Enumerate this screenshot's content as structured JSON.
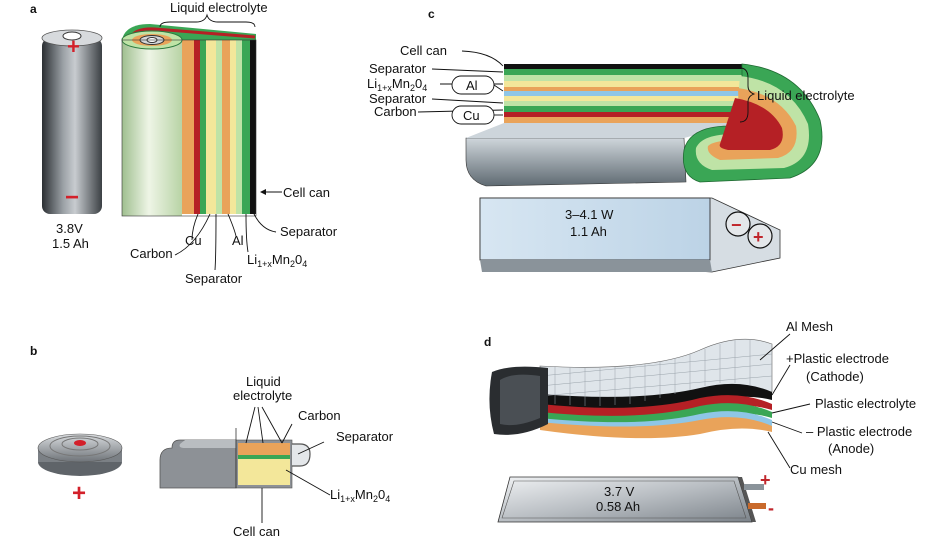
{
  "panels": {
    "a": "a",
    "b": "b",
    "c": "c",
    "d": "d"
  },
  "panel_a": {
    "battery_voltage": "3.8V",
    "battery_capacity": "1.5 Ah",
    "plus": "+",
    "minus": "−",
    "top_label": "Liquid electrolyte",
    "cell_can": "Cell can",
    "separator_right": "Separator",
    "cu": "Cu",
    "al": "Al",
    "carbon": "Carbon",
    "separator_bottom": "Separator",
    "cathode_main": "Li",
    "cathode_sub": "1+x",
    "cathode_mid": "Mn",
    "cathode_sub2": "2",
    "cathode_o": "0",
    "cathode_sub3": "4"
  },
  "panel_b": {
    "liquid": "Liquid",
    "electrolyte": "electrolyte",
    "carbon": "Carbon",
    "separator": "Separator",
    "cathode_main": "Li",
    "cathode_sub": "1+x",
    "cathode_mid": "Mn",
    "cathode_sub2": "2",
    "cathode_o": "0",
    "cathode_sub3": "4",
    "cell_can": "Cell can",
    "plus": "+"
  },
  "panel_c": {
    "cell_can": "Cell can",
    "separator1": "Separator",
    "cathode_main": "Li",
    "cathode_sub": "1+x",
    "cathode_mid": "Mn",
    "cathode_sub2": "2",
    "cathode_o": "0",
    "cathode_sub3": "4",
    "al": "Al",
    "separator2": "Separator",
    "carbon": "Carbon",
    "cu": "Cu",
    "liquid_electrolyte": "Liquid electrolyte",
    "power": "3–4.1 W",
    "capacity": "1.1 Ah",
    "minus": "−",
    "plus": "+"
  },
  "panel_d": {
    "al_mesh": "Al Mesh",
    "plastic_electrode_pos": "+Plastic electrode",
    "cathode": "(Cathode)",
    "plastic_electrolyte": "Plastic electrolyte",
    "plastic_electrode_neg": "– Plastic electrode",
    "anode": "(Anode)",
    "cu_mesh": "Cu mesh",
    "voltage": "3.7 V",
    "capacity": "0.58 Ah",
    "plus": "+",
    "minus": "-"
  },
  "colors": {
    "green": "#3aa655",
    "light_green": "#bfe3a6",
    "red": "#b52025",
    "orange": "#e9a35a",
    "yellow": "#f3e79a",
    "blue": "#8fc6e6",
    "gray": "#8a8d90",
    "dark_gray": "#555a5e"
  }
}
